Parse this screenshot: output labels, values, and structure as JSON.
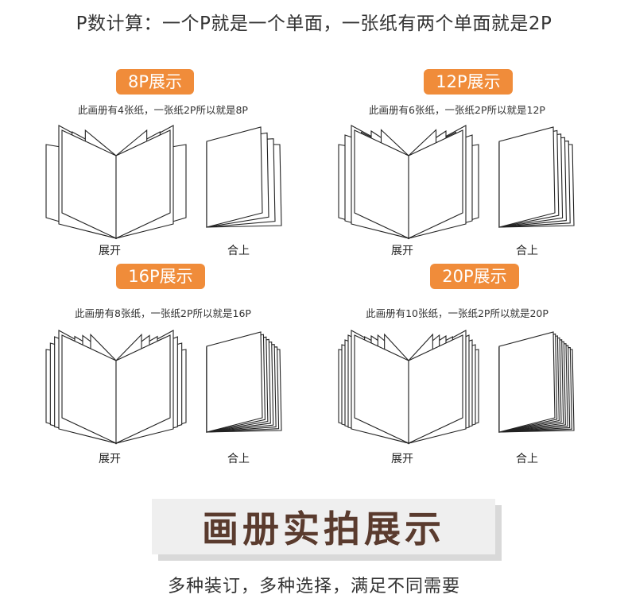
{
  "header": {
    "title": "P数计算：一个P就是一个单面，一张纸有两个单面就是2P"
  },
  "examples": [
    {
      "badge": "8P展示",
      "description": "此画册有4张纸，一张纸2P所以就是8P",
      "open_label": "展开",
      "closed_label": "合上",
      "sheets": 4
    },
    {
      "badge": "12P展示",
      "description": "此画册有6张纸，一张纸2P所以就是12P",
      "open_label": "展开",
      "closed_label": "合上",
      "sheets": 6
    },
    {
      "badge": "16P展示",
      "description": "此画册有8张纸，一张纸2P所以就是16P",
      "open_label": "展开",
      "closed_label": "合上",
      "sheets": 8
    },
    {
      "badge": "20P展示",
      "description": "此画册有10张纸，一张纸2P所以就是20P",
      "open_label": "展开",
      "closed_label": "合上",
      "sheets": 10
    }
  ],
  "banner": {
    "title": "画册实拍展示"
  },
  "footer": {
    "subtitle": "多种装订，多种选择，满足不同需要"
  },
  "colors": {
    "badge": "#f08c3a",
    "banner_text": "#5a3b2e",
    "banner_bg": "#efefef"
  }
}
